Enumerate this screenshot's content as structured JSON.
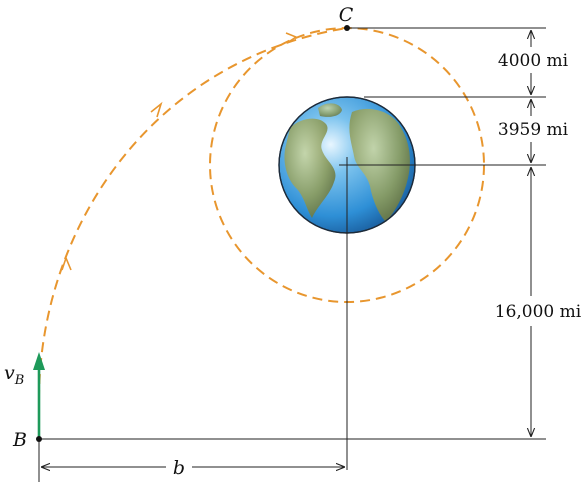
{
  "labels": {
    "point_c": "C",
    "point_b": "B",
    "velocity": "v",
    "velocity_sub": "B",
    "distance_b": "b"
  },
  "dimensions": {
    "d1": "4000 mi",
    "d2": "3959 mi",
    "d3": "16,000 mi"
  },
  "colors": {
    "trajectory": "#E8962E",
    "velocity_arrow": "#1E9A5A",
    "ocean": "#2E8FD6",
    "land": "#8C9C5E",
    "outline": "#222222"
  }
}
